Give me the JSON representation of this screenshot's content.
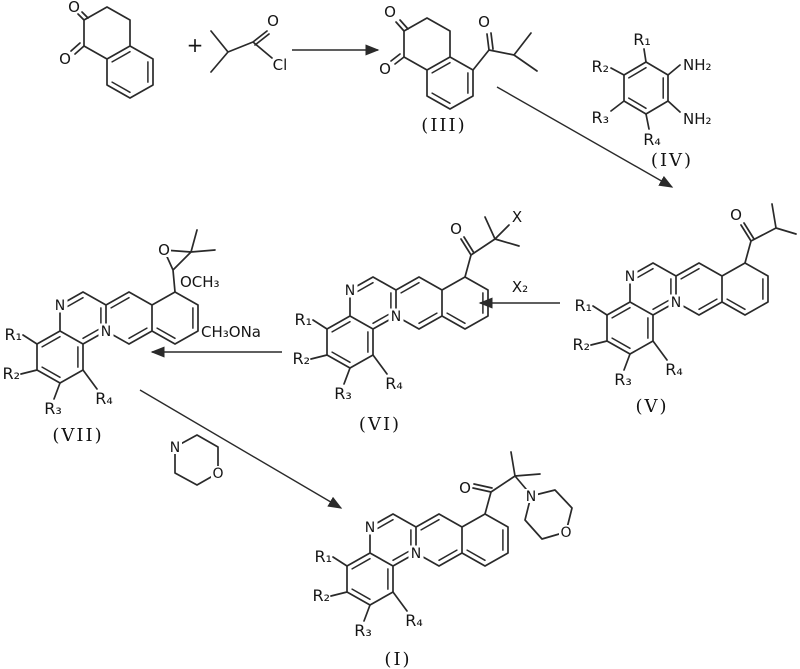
{
  "scheme": {
    "kind": "chemical-reaction-scheme"
  },
  "atoms": {
    "oxygen": "O",
    "nitrogen": "N",
    "chlorine": "Cl",
    "amine": "NH₂",
    "halogen_x": "X"
  },
  "substituents": {
    "r1": "R₁",
    "r2": "R₂",
    "r3": "R₃",
    "r4": "R₄"
  },
  "reagents": {
    "plus_sign": "+",
    "halogen_x2": "X₂",
    "sodium_methoxide": "CH₃ONa",
    "methoxy_group": "OCH₃"
  },
  "compound_labels": {
    "i": "(I)",
    "iii": "(III)",
    "iv": "(IV)",
    "v": "(V)",
    "vi": "(VI)",
    "vii": "(VII)"
  }
}
